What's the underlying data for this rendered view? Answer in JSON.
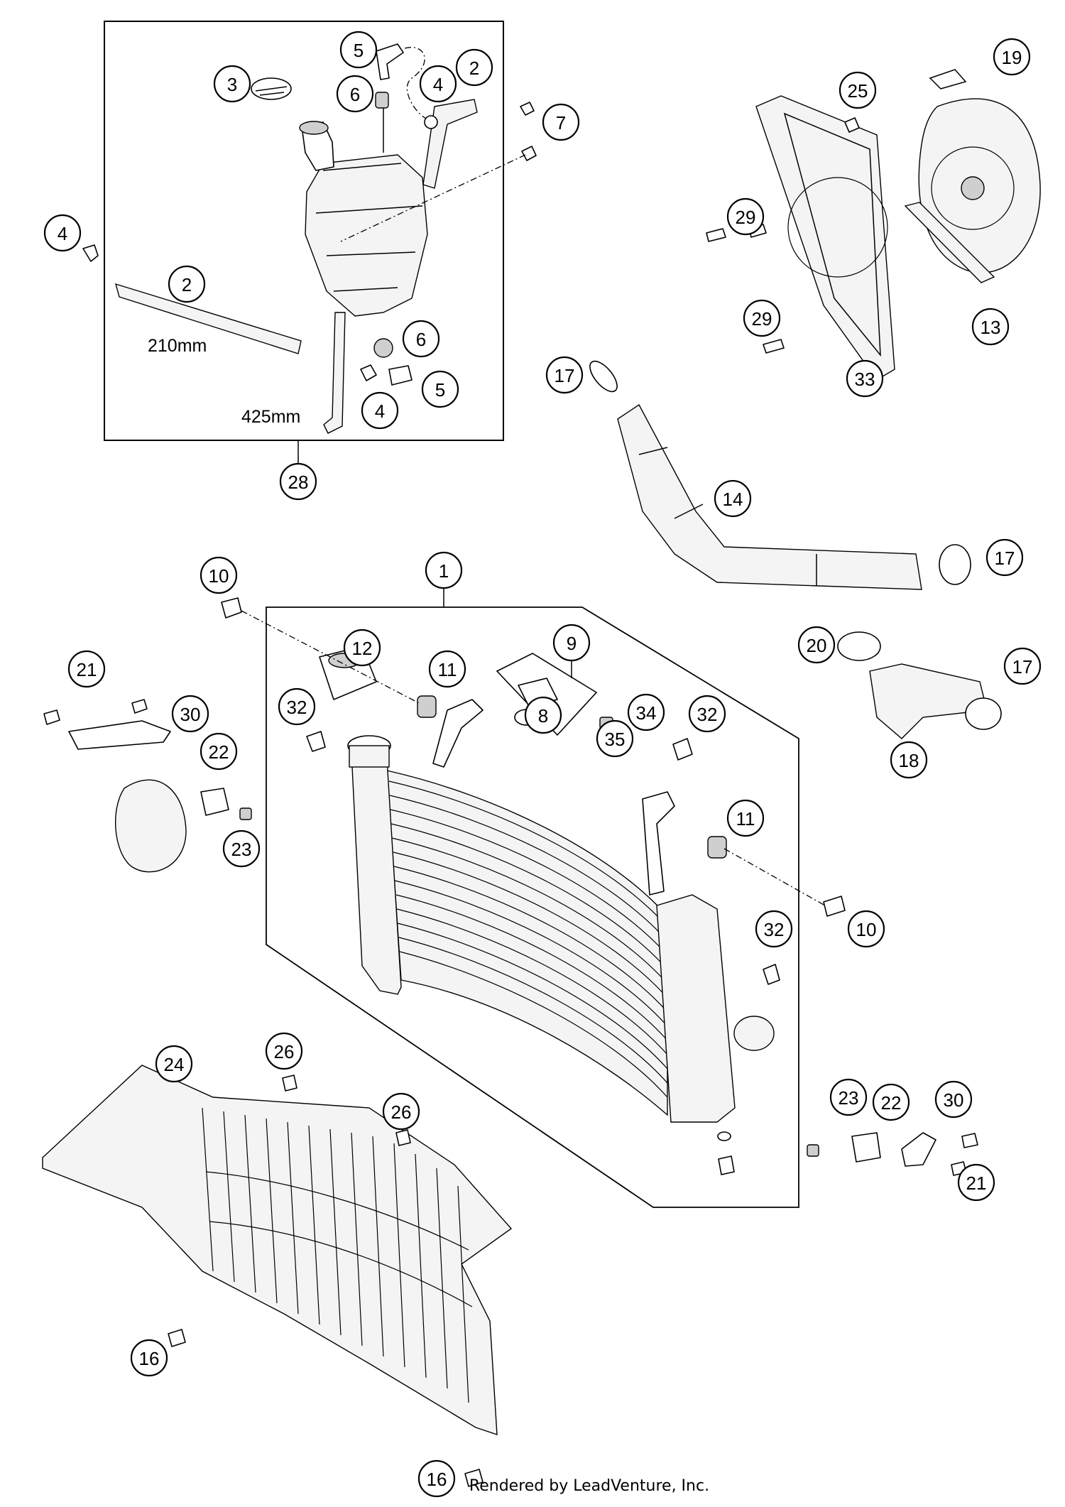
{
  "callouts": [
    "1",
    "2",
    "3",
    "4",
    "5",
    "6",
    "7",
    "8",
    "9",
    "10",
    "11",
    "12",
    "13",
    "14",
    "16",
    "17",
    "18",
    "19",
    "20",
    "21",
    "22",
    "23",
    "24",
    "25",
    "26",
    "28",
    "29",
    "30",
    "32",
    "33",
    "34",
    "35"
  ],
  "dimensions": {
    "hose_short": "210mm",
    "hose_long": "425mm"
  },
  "footer": {
    "credit": "Rendered by LeadVenture, Inc."
  }
}
